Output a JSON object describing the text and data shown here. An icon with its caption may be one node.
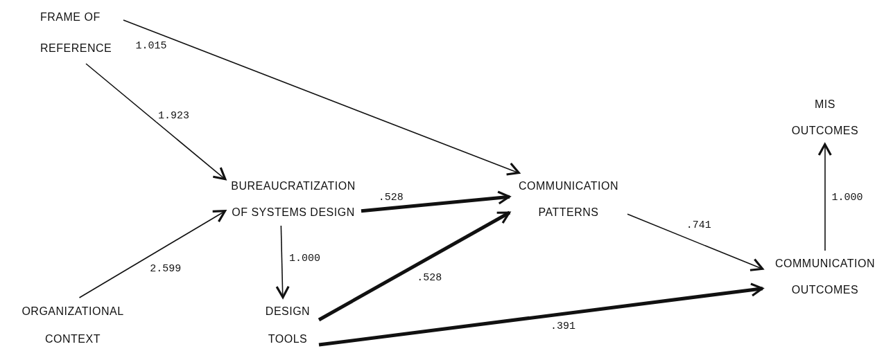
{
  "diagram": {
    "nodes": [
      {
        "text": [
          "FRAME OF REFERENCE"
        ]
      },
      {
        "text": [
          "BUREAUCRATIZATION OF SYSTEMS DESIGN"
        ]
      },
      {
        "text": [
          "COMMUNICATION PATTERNS"
        ]
      },
      {
        "text": [
          "MIS OUTCOMES"
        ]
      },
      {
        "text": [
          "ORGANIZATIONAL CONTEXT"
        ]
      },
      {
        "text": [
          "DESIGN TOOLS"
        ]
      },
      {
        "text": [
          "COMMUNICATION OUTCOMES"
        ]
      }
    ],
    "edges": [
      {
        "from": 0,
        "to": 2,
        "arrow": "to",
        "label": "1.015"
      },
      {
        "from": 0,
        "to": 1,
        "arrow": "to",
        "label": "1.923"
      },
      {
        "from": 1,
        "to": 2,
        "arrow": "to",
        "label": ".528",
        "style": "thick"
      },
      {
        "from": 4,
        "to": 1,
        "arrow": "to",
        "label": "2.599"
      },
      {
        "from": 1,
        "to": 5,
        "arrow": "to",
        "label": "1.000"
      },
      {
        "from": 5,
        "to": 2,
        "arrow": "to",
        "label": ".528",
        "style": "thick"
      },
      {
        "from": 2,
        "to": 6,
        "arrow": "to",
        "label": ".741"
      },
      {
        "from": 5,
        "to": 6,
        "arrow": "to",
        "label": ".391",
        "style": "thick"
      },
      {
        "from": 6,
        "to": 3,
        "arrow": "to",
        "label": "1.000"
      }
    ]
  }
}
